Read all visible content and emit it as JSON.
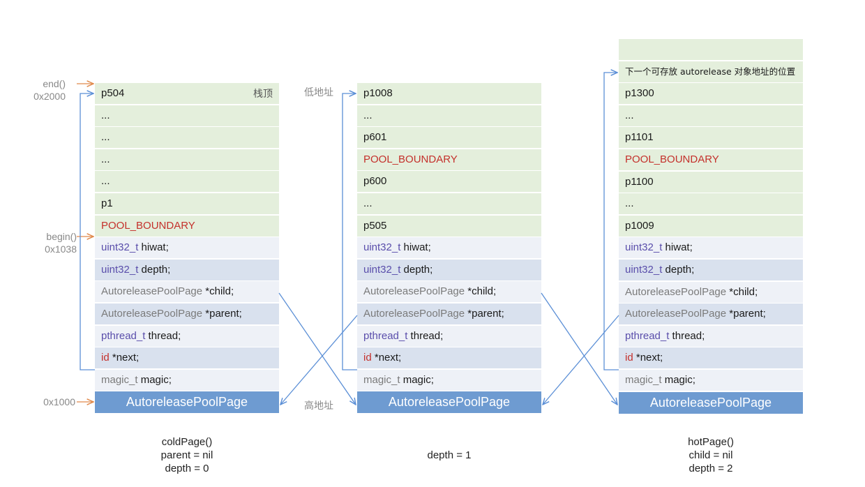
{
  "pages": [
    {
      "top_tag": "栈顶",
      "cells": [
        {
          "text": "p504",
          "kind": "entry"
        },
        {
          "text": "...",
          "kind": "entry"
        },
        {
          "text": "...",
          "kind": "entry"
        },
        {
          "text": "...",
          "kind": "entry"
        },
        {
          "text": "...",
          "kind": "entry"
        },
        {
          "text": "p1",
          "kind": "entry"
        },
        {
          "text": "POOL_BOUNDARY",
          "kind": "boundary"
        }
      ],
      "caption": [
        "coldPage()",
        "parent = nil",
        "depth = 0"
      ]
    },
    {
      "cells": [
        {
          "text": "p1008",
          "kind": "entry"
        },
        {
          "text": "...",
          "kind": "entry"
        },
        {
          "text": "p601",
          "kind": "entry"
        },
        {
          "text": "POOL_BOUNDARY",
          "kind": "boundary"
        },
        {
          "text": "p600",
          "kind": "entry"
        },
        {
          "text": "...",
          "kind": "entry"
        },
        {
          "text": "p505",
          "kind": "entry"
        }
      ],
      "caption": [
        "depth = 1"
      ]
    },
    {
      "note": "下一个可存放 autorelease 对象地址的位置",
      "cells": [
        {
          "text": "p1300",
          "kind": "entry"
        },
        {
          "text": "...",
          "kind": "entry"
        },
        {
          "text": "p1101",
          "kind": "entry"
        },
        {
          "text": "POOL_BOUNDARY",
          "kind": "boundary"
        },
        {
          "text": "p1100",
          "kind": "entry"
        },
        {
          "text": "...",
          "kind": "entry"
        },
        {
          "text": "p1009",
          "kind": "entry"
        }
      ],
      "caption": [
        "hotPage()",
        "child = nil",
        "depth = 2"
      ]
    }
  ],
  "fields": [
    {
      "type": "uint32_t",
      "rest": " hiwat;",
      "type_color": "type"
    },
    {
      "type": "uint32_t",
      "rest": " depth;",
      "type_color": "type"
    },
    {
      "type": "AutoreleasePoolPage",
      "rest": " *child;",
      "type_color": "gray"
    },
    {
      "type": "AutoreleasePoolPage",
      "rest": " *parent;",
      "type_color": "gray"
    },
    {
      "type": "pthread_t",
      "rest": " thread;",
      "type_color": "type"
    },
    {
      "type": "id",
      "rest": " *next;",
      "type_color": "red"
    },
    {
      "type": "magic_t",
      "rest": " magic;",
      "type_color": "gray"
    }
  ],
  "header_label": "AutoreleasePoolPage",
  "left_labels": {
    "end": "end()",
    "end_addr": "0x2000",
    "begin": "begin()",
    "begin_addr": "0x1038",
    "base_addr": "0x1000"
  },
  "mid_labels": {
    "low": "低地址",
    "high": "高地址"
  },
  "colors": {
    "entry_bg": "#e4efdc",
    "field_light": "#eef1f7",
    "field_dark": "#d9e1ee",
    "header_bg": "#6e9bd1",
    "boundary_text": "#c4302b",
    "type_text": "#5a4eab",
    "arrow_blue": "#5b8fd6",
    "arrow_orange": "#e0894a"
  }
}
